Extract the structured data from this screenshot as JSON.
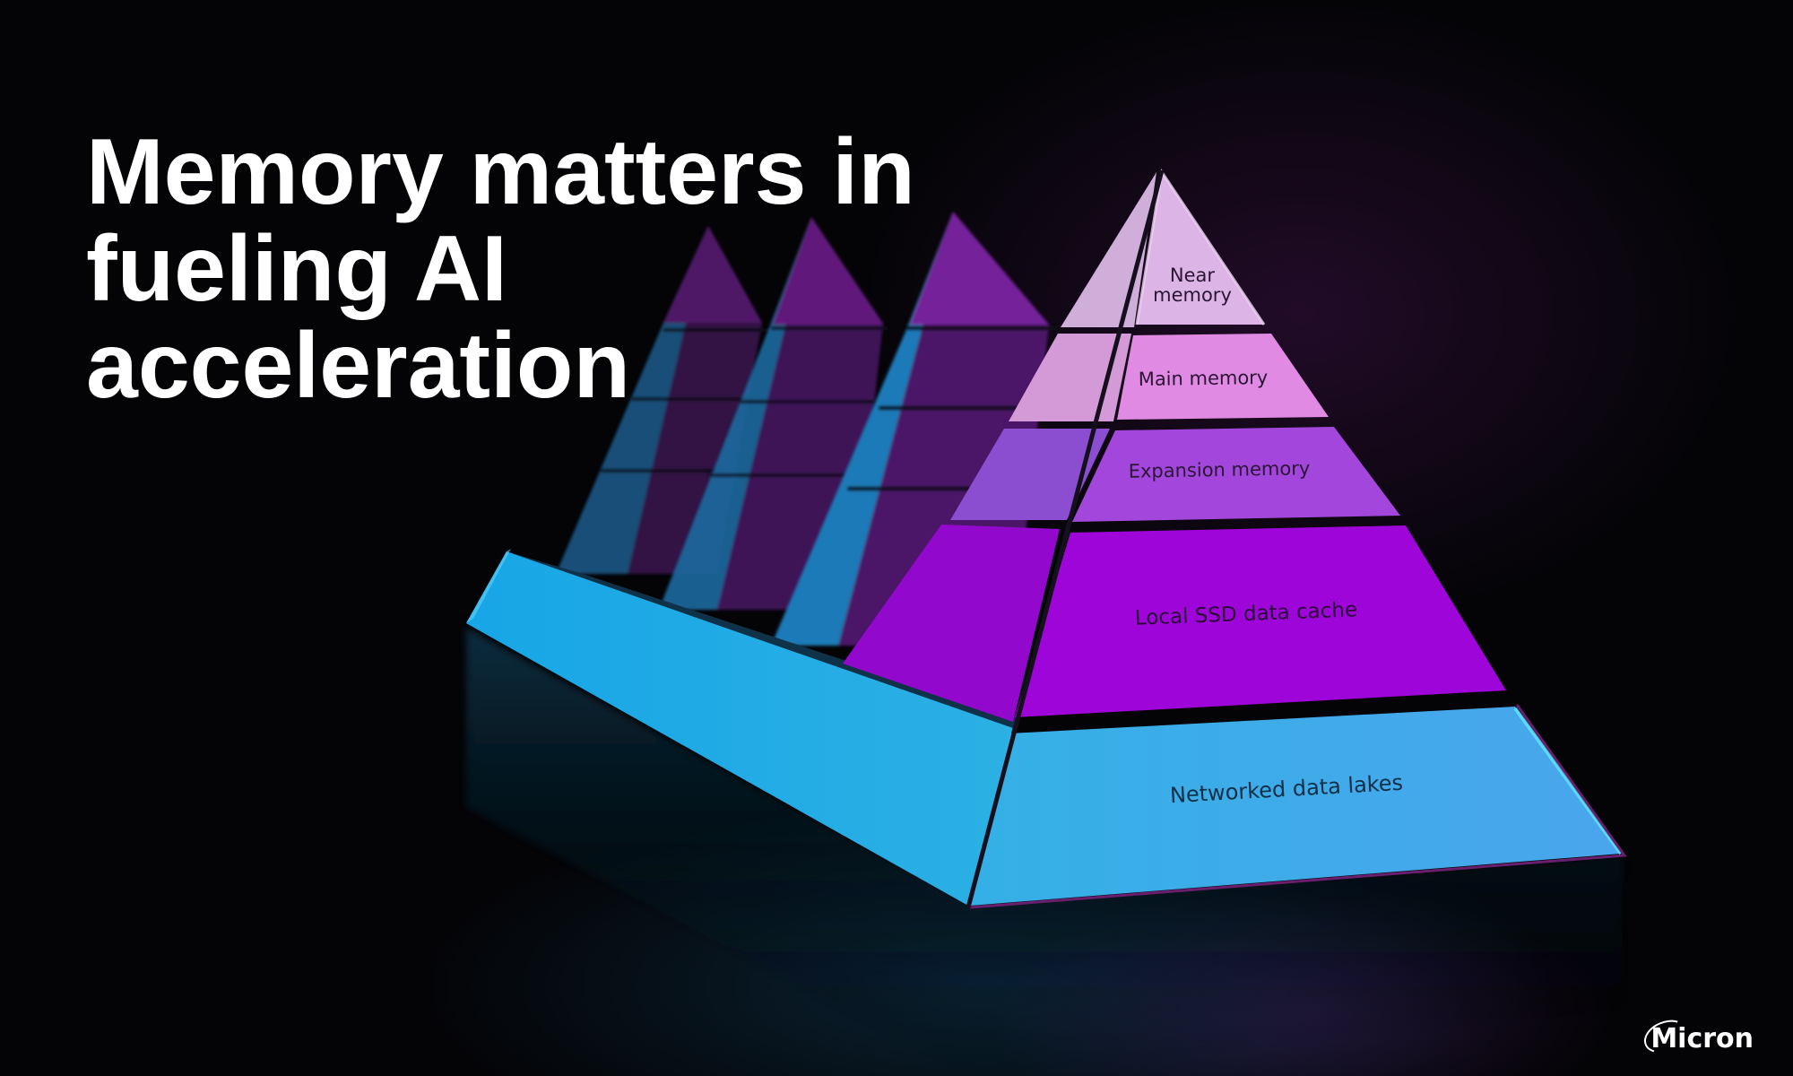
{
  "headline": {
    "lines": [
      "Memory matters in",
      "fueling AI",
      "acceleration"
    ]
  },
  "pyramid": {
    "tiers": [
      {
        "label_line1": "Near",
        "label_line2": "memory",
        "color": "#dcb4e6"
      },
      {
        "label": "Main memory",
        "color": "#e38ae6"
      },
      {
        "label": "Expansion memory",
        "color": "#a245dc"
      },
      {
        "label": "Local SSD data cache",
        "color": "#9f06d8"
      },
      {
        "label": "Networked data lakes",
        "color": "#3fa7e4"
      }
    ]
  },
  "colors": {
    "background": "#050508",
    "base_cyan": "#27b4ea",
    "ghost_blue": "#1d78b4",
    "ghost_purple": "#5c1a76"
  },
  "logo": {
    "text": "Micron"
  }
}
